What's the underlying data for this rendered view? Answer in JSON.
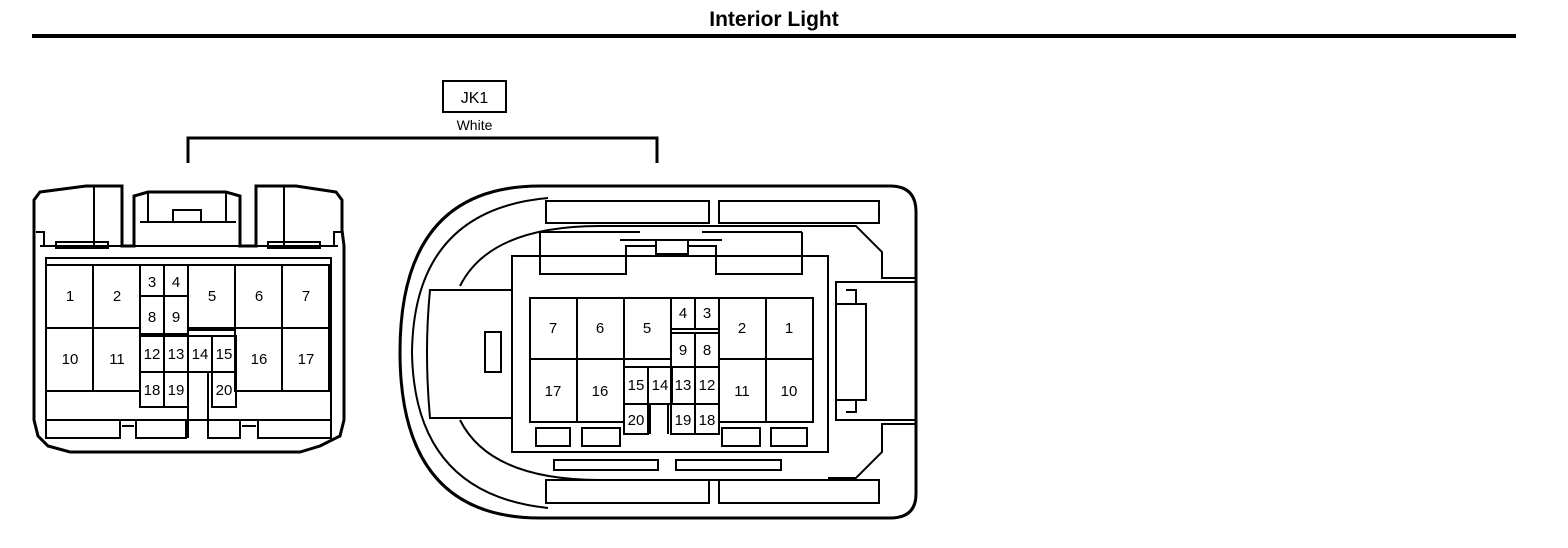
{
  "title": "Interior Light",
  "connector": {
    "id": "JK1",
    "color": "White"
  },
  "left_view": {
    "pins": [
      "1",
      "2",
      "3",
      "4",
      "5",
      "6",
      "7",
      "8",
      "9",
      "10",
      "11",
      "12",
      "13",
      "14",
      "15",
      "16",
      "17",
      "18",
      "19",
      "20"
    ]
  },
  "right_view": {
    "pins": [
      "7",
      "6",
      "5",
      "4",
      "3",
      "2",
      "1",
      "9",
      "8",
      "17",
      "16",
      "15",
      "14",
      "13",
      "12",
      "11",
      "10",
      "20",
      "19",
      "18"
    ]
  }
}
